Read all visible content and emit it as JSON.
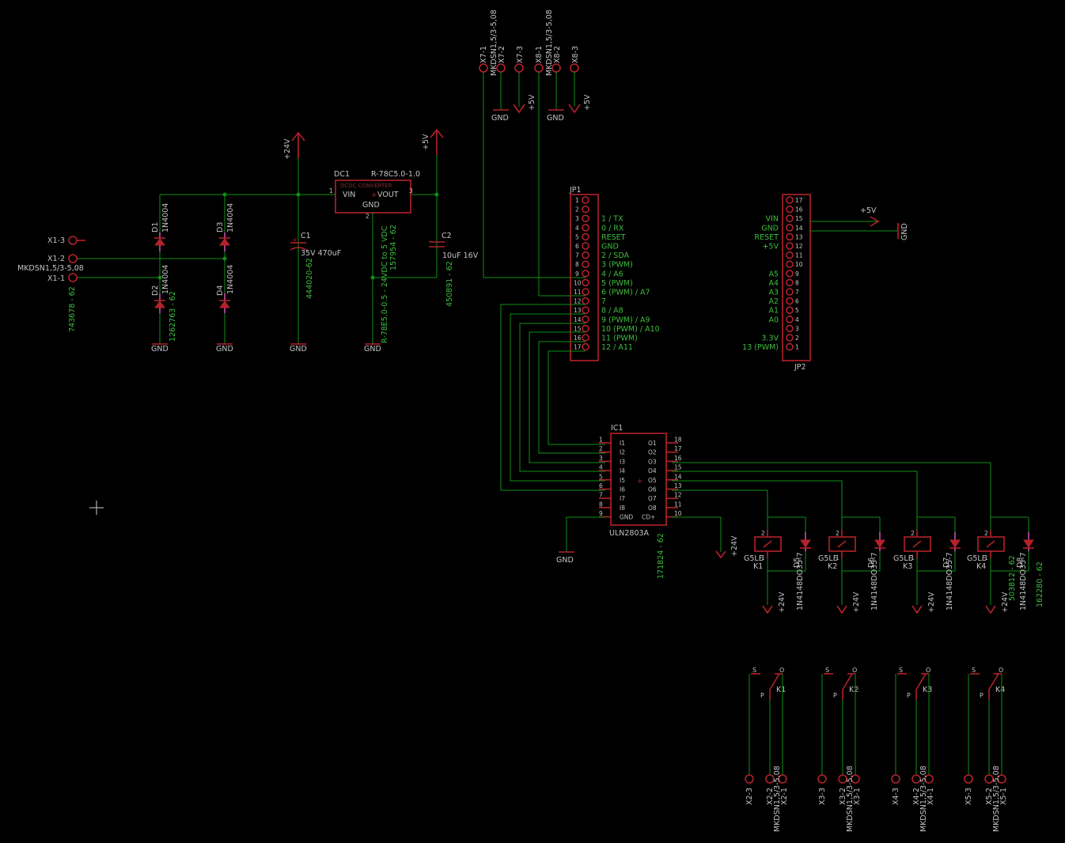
{
  "terminals": {
    "x1": [
      "X1-3",
      "X1-2",
      "X1-1"
    ],
    "x1_part": "MKDSN1,5/3-5,08",
    "x1_order": "743678 - 62",
    "x7": [
      "X7-1",
      "X7-2",
      "X7-3"
    ],
    "x7_part": "MKDSN1,5/3-5,08",
    "x8": [
      "X8-1",
      "X8-2",
      "X8-3"
    ],
    "x8_part": "MKDSN1,5/3-5,08",
    "relay_outputs": [
      {
        "pins": [
          "X2-3",
          "X2-2",
          "X2-1"
        ],
        "part": "MKDSN1,5/3-5,08"
      },
      {
        "pins": [
          "X3-3",
          "X3-2",
          "X3-1"
        ],
        "part": "MKDSN1,5/3-5,08"
      },
      {
        "pins": [
          "X4-3",
          "X4-2",
          "X4-1"
        ],
        "part": "MKDSN1,5/3-5,08"
      },
      {
        "pins": [
          "X5-3",
          "X5-2",
          "X5-1"
        ],
        "part": "MKDSN1,5/3-5,08"
      }
    ]
  },
  "diodes": [
    {
      "ref": "D1",
      "value": "1N4004"
    },
    {
      "ref": "D2",
      "value": "1N4004",
      "order": "1262763 - 62"
    },
    {
      "ref": "D3",
      "value": "1N4004"
    },
    {
      "ref": "D4",
      "value": "1N4004"
    }
  ],
  "capacitors": [
    {
      "ref": "C1",
      "value": "35V 470uF",
      "order": "444020-62"
    },
    {
      "ref": "C2",
      "value": "10uF 16V",
      "order": "450891 - 62"
    }
  ],
  "dcdc": {
    "ref": "DC1",
    "part": "R-78C5.0-1.0",
    "body": "DCDC CONVERTER",
    "vin": "VIN",
    "vout": "VOUT",
    "gnd": "GND",
    "pins": [
      "1",
      "2",
      "3"
    ],
    "label_a": "R-78E5.0-0.5 - 24VDC to 5 VDC",
    "order": "157954 - 62"
  },
  "power_labels": {
    "v24": "+24V",
    "v5": "+5V",
    "gnd": "GND"
  },
  "jp1": {
    "ref": "JP1",
    "pins": [
      "1",
      "2",
      "3",
      "4",
      "5",
      "6",
      "7",
      "8",
      "9",
      "10",
      "11",
      "12",
      "13",
      "14",
      "15",
      "16",
      "17"
    ],
    "functions": [
      "",
      "",
      "1 / TX",
      "0 / RX",
      "RESET",
      "GND",
      "2 / SDA",
      "3 (PWM)",
      "4 / A6",
      "5 (PWM)",
      "6 (PWM) / A7",
      "7",
      "8 / A8",
      "9 (PWM) / A9",
      "10 (PWM) / A10",
      "11 (PWM)",
      "12 / A11"
    ]
  },
  "jp2": {
    "ref": "JP2",
    "pins": [
      "17",
      "16",
      "15",
      "14",
      "13",
      "12",
      "11",
      "10",
      "9",
      "8",
      "7",
      "6",
      "5",
      "4",
      "3",
      "2",
      "1"
    ],
    "functions": [
      "",
      "",
      "VIN",
      "GND",
      "RESET",
      "+5V",
      "",
      "",
      "A5",
      "A4",
      "A3",
      "A2",
      "A1",
      "A0",
      "",
      "3.3V",
      "13 (PWM)"
    ],
    "net5v": "+5V",
    "netgnd": "GND"
  },
  "ic1": {
    "ref": "IC1",
    "part": "ULN2803A",
    "order": "171824 - 62",
    "left_pins": [
      "1",
      "2",
      "3",
      "4",
      "5",
      "6",
      "7",
      "8",
      "9"
    ],
    "right_pins": [
      "18",
      "17",
      "16",
      "15",
      "14",
      "13",
      "12",
      "11",
      "10"
    ],
    "inputs": [
      "I1",
      "I2",
      "I3",
      "I4",
      "I5",
      "I6",
      "I7",
      "I8",
      "GND"
    ],
    "outputs": [
      "O1",
      "O2",
      "O3",
      "O4",
      "O5",
      "O6",
      "O7",
      "O8",
      "CD+"
    ]
  },
  "relays": [
    {
      "ref": "K1",
      "part": "G5LE",
      "diode": "D5",
      "diode_part": "1N4148DO35-7"
    },
    {
      "ref": "K2",
      "part": "G5LE",
      "diode": "D6",
      "diode_part": "1N4148DO35-7"
    },
    {
      "ref": "K3",
      "part": "G5LE",
      "diode": "D7",
      "diode_part": "1N4148DO35-7"
    },
    {
      "ref": "K4",
      "part": "G5LE",
      "diode": "D8",
      "diode_part": "1N4148DO35-7",
      "order_relay": "503812 - 62",
      "order_diode": "162280 - 62"
    }
  ],
  "relay_contact_labels": [
    "S",
    "O",
    "P"
  ],
  "coil_pins": [
    "2",
    "1"
  ],
  "colors": {
    "background": "#000000",
    "wire": "#0e8f17",
    "symbol": "#b4222a",
    "text": "#c4c4c4",
    "value_text": "#3fbd3f",
    "diode_body": "#a43a8a"
  }
}
